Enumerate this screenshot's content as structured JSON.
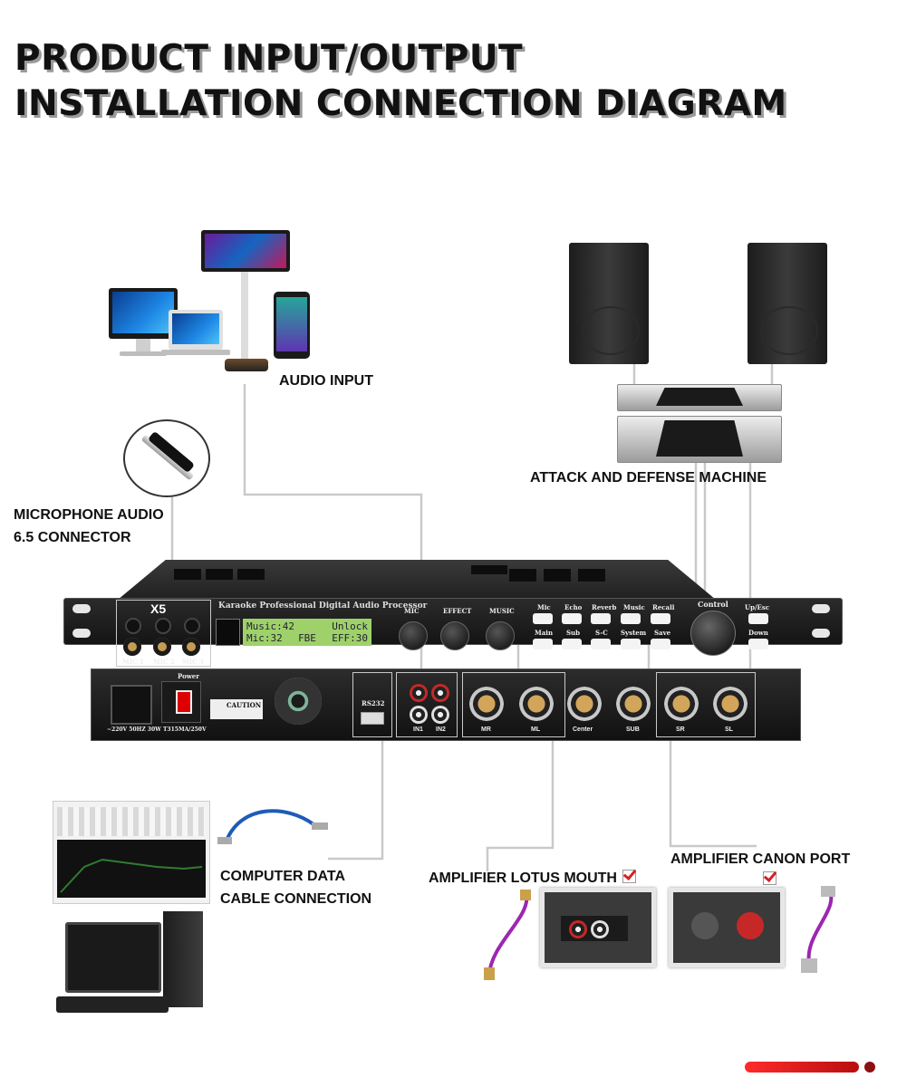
{
  "title": {
    "line1": "PRODUCT INPUT/OUTPUT",
    "line2": "INSTALLATION CONNECTION DIAGRAM"
  },
  "labels": {
    "audio_input": "AUDIO INPUT",
    "attack_defense": "ATTACK AND DEFENSE MACHINE",
    "mic_line1": "MICROPHONE AUDIO",
    "mic_line2": "6.5 CONNECTOR",
    "computer_line1": "COMPUTER DATA",
    "computer_line2": "CABLE CONNECTION",
    "lotus": "AMPLIFIER LOTUS MOUTH",
    "canon": "AMPLIFIER CANON PORT"
  },
  "processor": {
    "model": "X5",
    "name": "Karaoke Professional Digital Audio Processor",
    "lcd_line1_left": "Music:42",
    "lcd_line1_right": "Unlock",
    "lcd_line2_left": "Mic:32",
    "lcd_line2_mid": "FBE",
    "lcd_line2_right": "EFF:30",
    "mic_inputs": [
      "MIC 1",
      "MIC 2",
      "MIC 3"
    ],
    "knobs": [
      "MIC",
      "EFFECT",
      "MUSIC"
    ],
    "buttons_top": [
      "Mic",
      "Echo",
      "Reverb",
      "Music",
      "Recall"
    ],
    "buttons_bottom": [
      "Main",
      "Sub",
      "S-C",
      "System",
      "Save"
    ],
    "control_label": "Control",
    "side_buttons": [
      "Up/Esc",
      "Down"
    ]
  },
  "rear": {
    "power_label": "Power",
    "caution_label": "CAUTION",
    "power_spec": "~220V 50HZ 30W  T315MA/250V",
    "rs232": "RS232",
    "rca_labels": [
      "IN1",
      "IN2"
    ],
    "xlr_labels": [
      "MR",
      "ML",
      "Center",
      "SUB",
      "SR",
      "SL"
    ]
  },
  "colors": {
    "accent_red": "#d81f26",
    "wire": "#c9c9c9",
    "lcd_green": "#9fd16a",
    "jack_gold": "#c79c52"
  }
}
